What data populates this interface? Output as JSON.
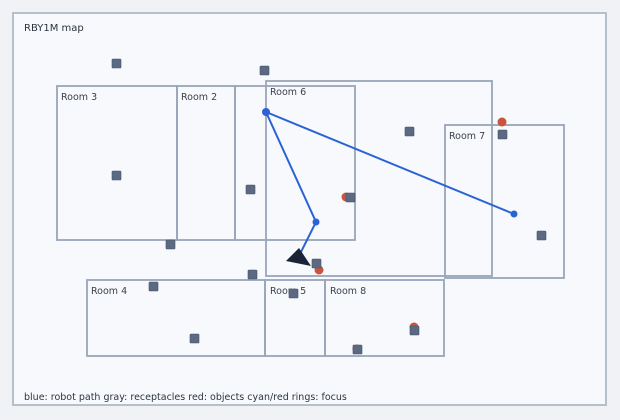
{
  "map": {
    "title": "RBY1M map",
    "legend": "blue: robot path  gray: receptacles  red: objects  cyan/red rings: focus"
  },
  "rooms": [
    {
      "label": "Room 3"
    },
    {
      "label": "Room 2"
    },
    {
      "label": "Room 6"
    },
    {
      "label": "Room 7"
    },
    {
      "label": "Room 4"
    },
    {
      "label": "Room 5"
    },
    {
      "label": "Room 8"
    }
  ],
  "colors": {
    "path": "#2a63d6",
    "receptacle": "#5b6a82",
    "object": "#c8553c",
    "room_border": "#98a6b8",
    "robot": "#1b2336"
  }
}
